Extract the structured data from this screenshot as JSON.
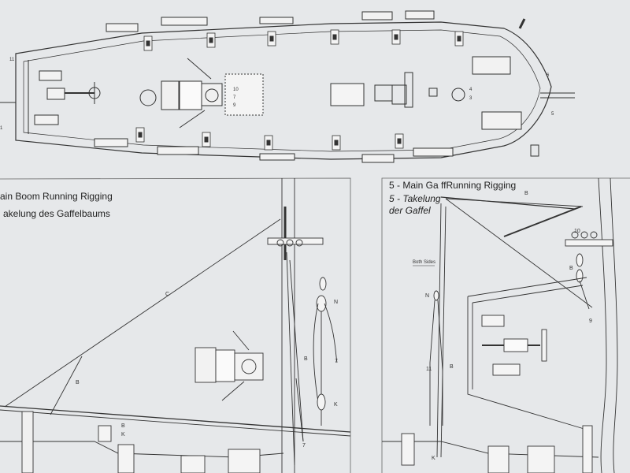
{
  "left_panel": {
    "title_en": "ain Boom Running Rigging",
    "title_de": "akelung des Gaffelbaums",
    "letters": {
      "c": "C",
      "b_line": "B",
      "b_block": "B",
      "n": "N",
      "seven_a": "7",
      "seven_b": "7",
      "k_block": "K",
      "b_lower": "B",
      "k_lower": "K"
    }
  },
  "right_panel": {
    "title_en": "5 - Main Ga ffRunning Rigging",
    "title_de_1": "5 - Takelung",
    "title_de_2": "der Gaffel",
    "letters": {
      "b_top": "B",
      "ten": "10",
      "b_mid": "B",
      "nine": "9",
      "both_sides": "Both Sides",
      "n": "N",
      "b_low": "B",
      "eleven": "11",
      "k": "K"
    }
  },
  "deck_plan": {
    "numbers": {
      "n11": "11",
      "n10": "10",
      "n7": "7",
      "n9": "9",
      "n4": "4",
      "n3": "3",
      "n6": "6",
      "n5": "5",
      "n1": "1"
    }
  }
}
